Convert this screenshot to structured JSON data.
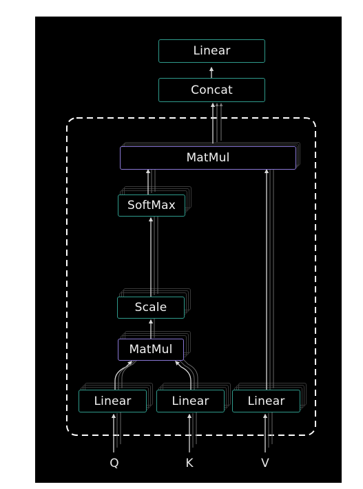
{
  "colors": {
    "background": "#000000",
    "linear_border": "#2f9b8c",
    "matmul_border": "#8a78d6",
    "text": "#f2f2f2",
    "arrow": "#d0d0d0",
    "dashed_box": "#ffffff"
  },
  "nodes": {
    "top_linear": "Linear",
    "concat": "Concat",
    "big_matmul": "MatMul",
    "softmax": "SoftMax",
    "scale": "Scale",
    "small_matmul": "MatMul",
    "linear_q": "Linear",
    "linear_k": "Linear",
    "linear_v": "Linear"
  },
  "inputs": {
    "q": "Q",
    "k": "K",
    "v": "V"
  }
}
